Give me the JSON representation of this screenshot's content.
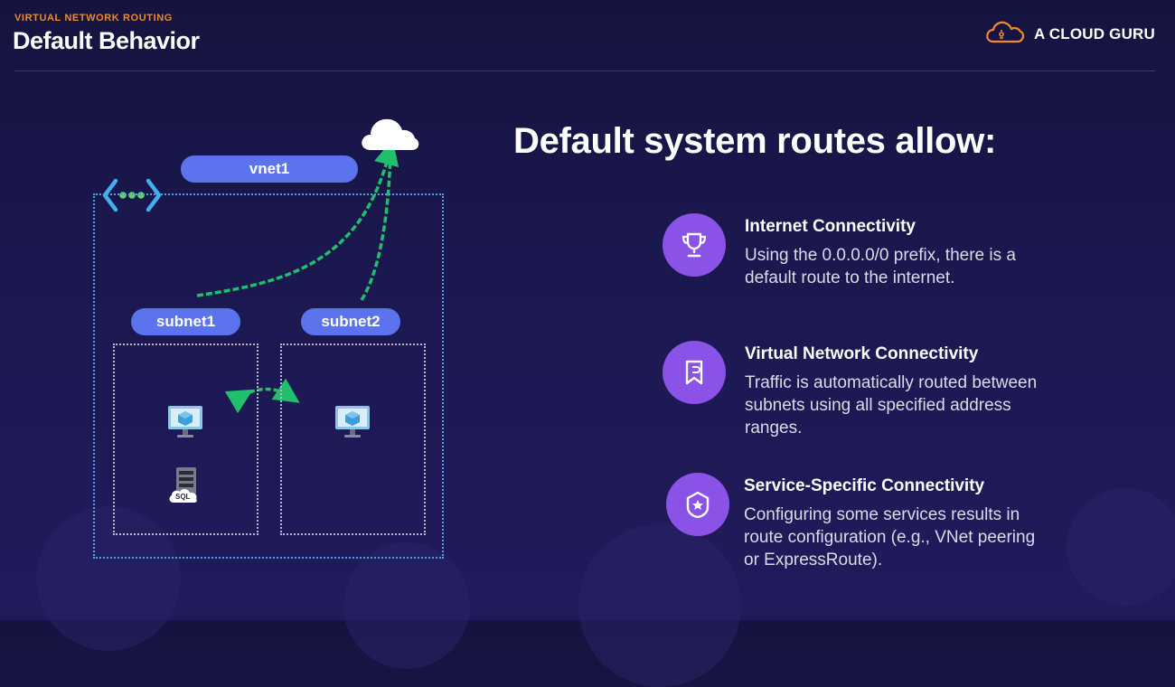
{
  "header": {
    "eyebrow": "VIRTUAL NETWORK ROUTING",
    "title": "Default Behavior",
    "brand": "A CLOUD GURU"
  },
  "diagram": {
    "vnet_label": "vnet1",
    "subnet1_label": "subnet1",
    "subnet2_label": "subnet2",
    "sql_badge": "SQL"
  },
  "content": {
    "heading": "Default system routes allow:",
    "features": [
      {
        "icon": "trophy-icon",
        "title": "Internet Connectivity",
        "description": "Using the 0.0.0.0/0 prefix, there is a default route to the internet."
      },
      {
        "icon": "bookmark-icon",
        "title": "Virtual Network Connectivity",
        "description": "Traffic is automatically routed between subnets using all specified address ranges."
      },
      {
        "icon": "badge-star-icon",
        "title": "Service-Specific Connectivity",
        "description": "Configuring some services results in route configuration (e.g., VNet peering or ExpressRoute)."
      }
    ]
  },
  "colors": {
    "background": "#1b1850",
    "accent_orange": "#f18a2b",
    "pill_blue": "#5c73ee",
    "icon_purple": "#8a52e6",
    "arrow_green": "#1fbf6b",
    "vnet_border": "#4fa3e8"
  }
}
